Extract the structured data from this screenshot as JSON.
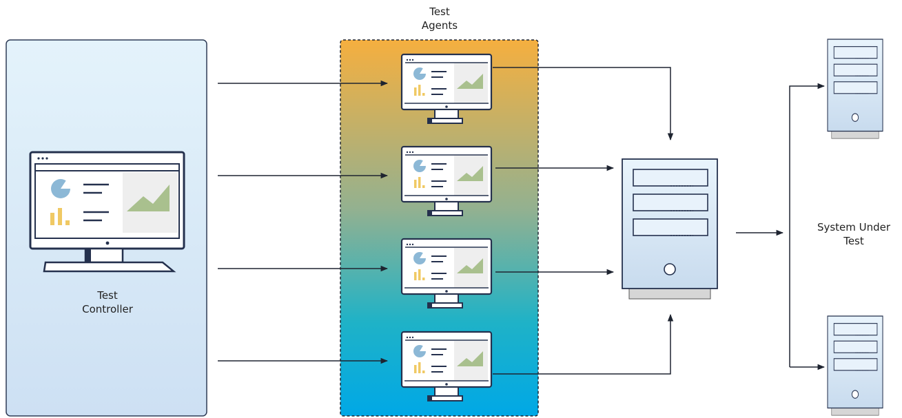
{
  "controller": {
    "label_line1": "Test",
    "label_line2": "Controller"
  },
  "agents": {
    "label_line1": "Test",
    "label_line2": "Agents",
    "count": 4
  },
  "sut": {
    "label_line1": "System Under",
    "label_line2": "Test"
  },
  "colors": {
    "panel_top": "#e4f3fb",
    "panel_bottom": "#cde0f3",
    "panel_border": "#2d3a55",
    "agents_top": "#f5af3f",
    "agents_bottom": "#00a8e6",
    "monitor_frame": "#24304d",
    "pie": "#8cb8d6",
    "bars": "#f0c964",
    "area": "#a9c08e",
    "server_top": "#e9f4fc",
    "server_bottom": "#c8dbee",
    "server_base": "#d6d6d6",
    "arrow": "#1e2430"
  },
  "icons": [
    "monitor-icon",
    "server-icon",
    "arrow-icon"
  ]
}
